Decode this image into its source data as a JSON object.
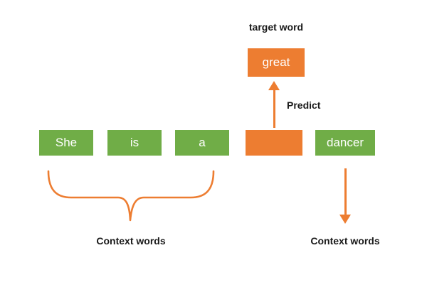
{
  "diagram": {
    "title_implicit": "CBOW word prediction diagram",
    "target_label": "target word",
    "target_word": "great",
    "predict_label": "Predict",
    "context_words_left": [
      "She",
      "is",
      "a"
    ],
    "context_word_right": "dancer",
    "context_label_left": "Context words",
    "context_label_right": "Context words",
    "icons": {
      "up-arrow-icon": "orange upward arrow (predict)",
      "down-arrow-icon": "orange downward arrow (context)",
      "underbrace-icon": "orange curly underbrace grouping left context words"
    },
    "colors": {
      "word_box_green": "#70AD47",
      "target_orange": "#ED7D31",
      "label_text": "#1a1a1a",
      "background": "#ffffff"
    }
  }
}
